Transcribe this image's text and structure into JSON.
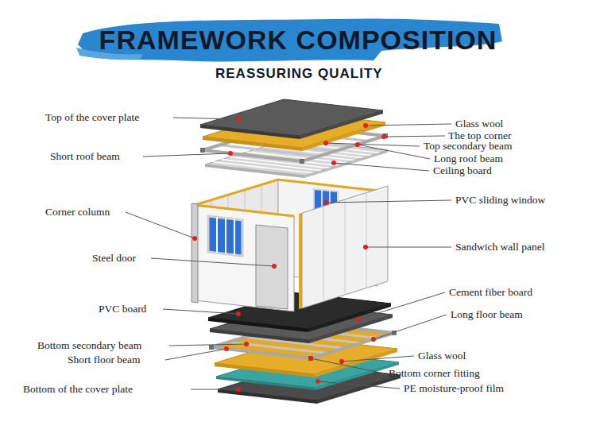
{
  "diagram": {
    "title": "FRAMEWORK COMPOSITION",
    "labels": [
      "REASSURING QUALITY",
      "Top of the cover plate",
      "Glass wool",
      "The top corner",
      "Short roof beam",
      "Top secondary beam",
      "Long roof beam",
      "Ceiling board",
      "Corner column",
      "PVC sliding window",
      "Sandwich wall panel",
      "Steel door",
      "Cement fiber board",
      "PVC board",
      "Long floor beam",
      "Bottom secondary beam",
      "Glass wool",
      "Short floor beam",
      "Bottom corner fitting",
      "Bottom of the cover plate",
      "PE moisture-proof film"
    ]
  }
}
